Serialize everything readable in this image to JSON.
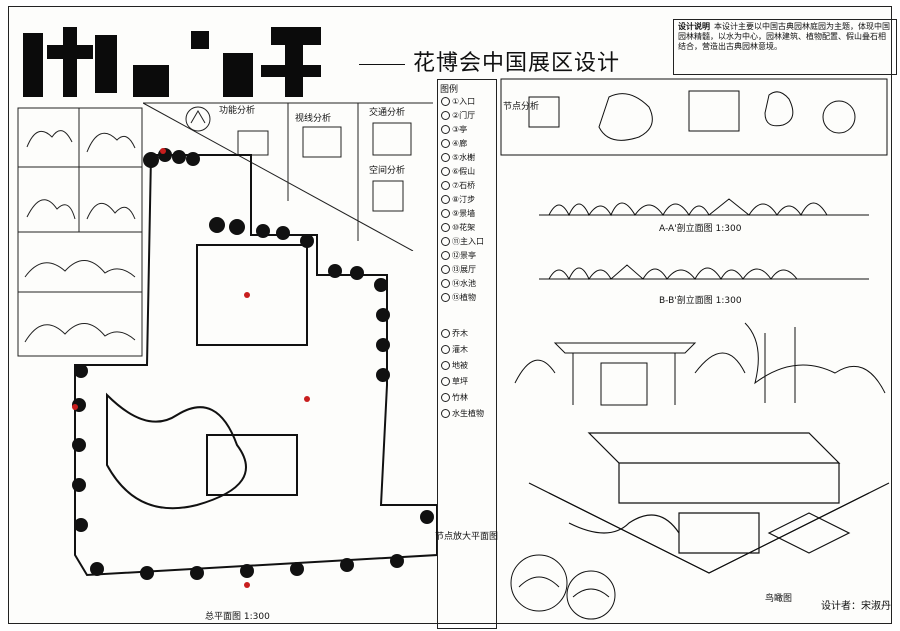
{
  "header": {
    "title": "花博会中国展区设计"
  },
  "notes": {
    "heading": "设计说明",
    "body": "本设计主要以中国古典园林庭园为主题，体现中国园林精髓，以水为中心，园林建筑、植物配置、假山叠石相结合，营造出古典园林意境。"
  },
  "analysis": {
    "function_title": "功能分析",
    "view_title": "视线分析",
    "traffic_title": "交通分析",
    "space_title": "空间分析",
    "node_title": "节点分析"
  },
  "legend": {
    "title": "图例",
    "items": [
      "①入口",
      "②门厅",
      "③亭",
      "④廊",
      "⑤水榭",
      "⑥假山",
      "⑦石桥",
      "⑧汀步",
      "⑨景墙",
      "⑩花架",
      "⑪主入口",
      "⑫景亭",
      "⑬展厅",
      "⑭水池",
      "⑮植物",
      "乔木",
      "灌木",
      "地被",
      "草坪",
      "竹林",
      "水生植物"
    ]
  },
  "captions": {
    "plan": "总平面图 1:300",
    "section_aa": "A-A'剖立面图 1:300",
    "section_bb": "B-B'剖立面图 1:300",
    "birdseye": "鸟瞰图",
    "detail": "节点放大平面图",
    "signature": "设计者：宋淑丹"
  },
  "colors": {
    "ink": "#111111",
    "paper": "#fdfdfb",
    "red_mark": "#c81e1e"
  }
}
